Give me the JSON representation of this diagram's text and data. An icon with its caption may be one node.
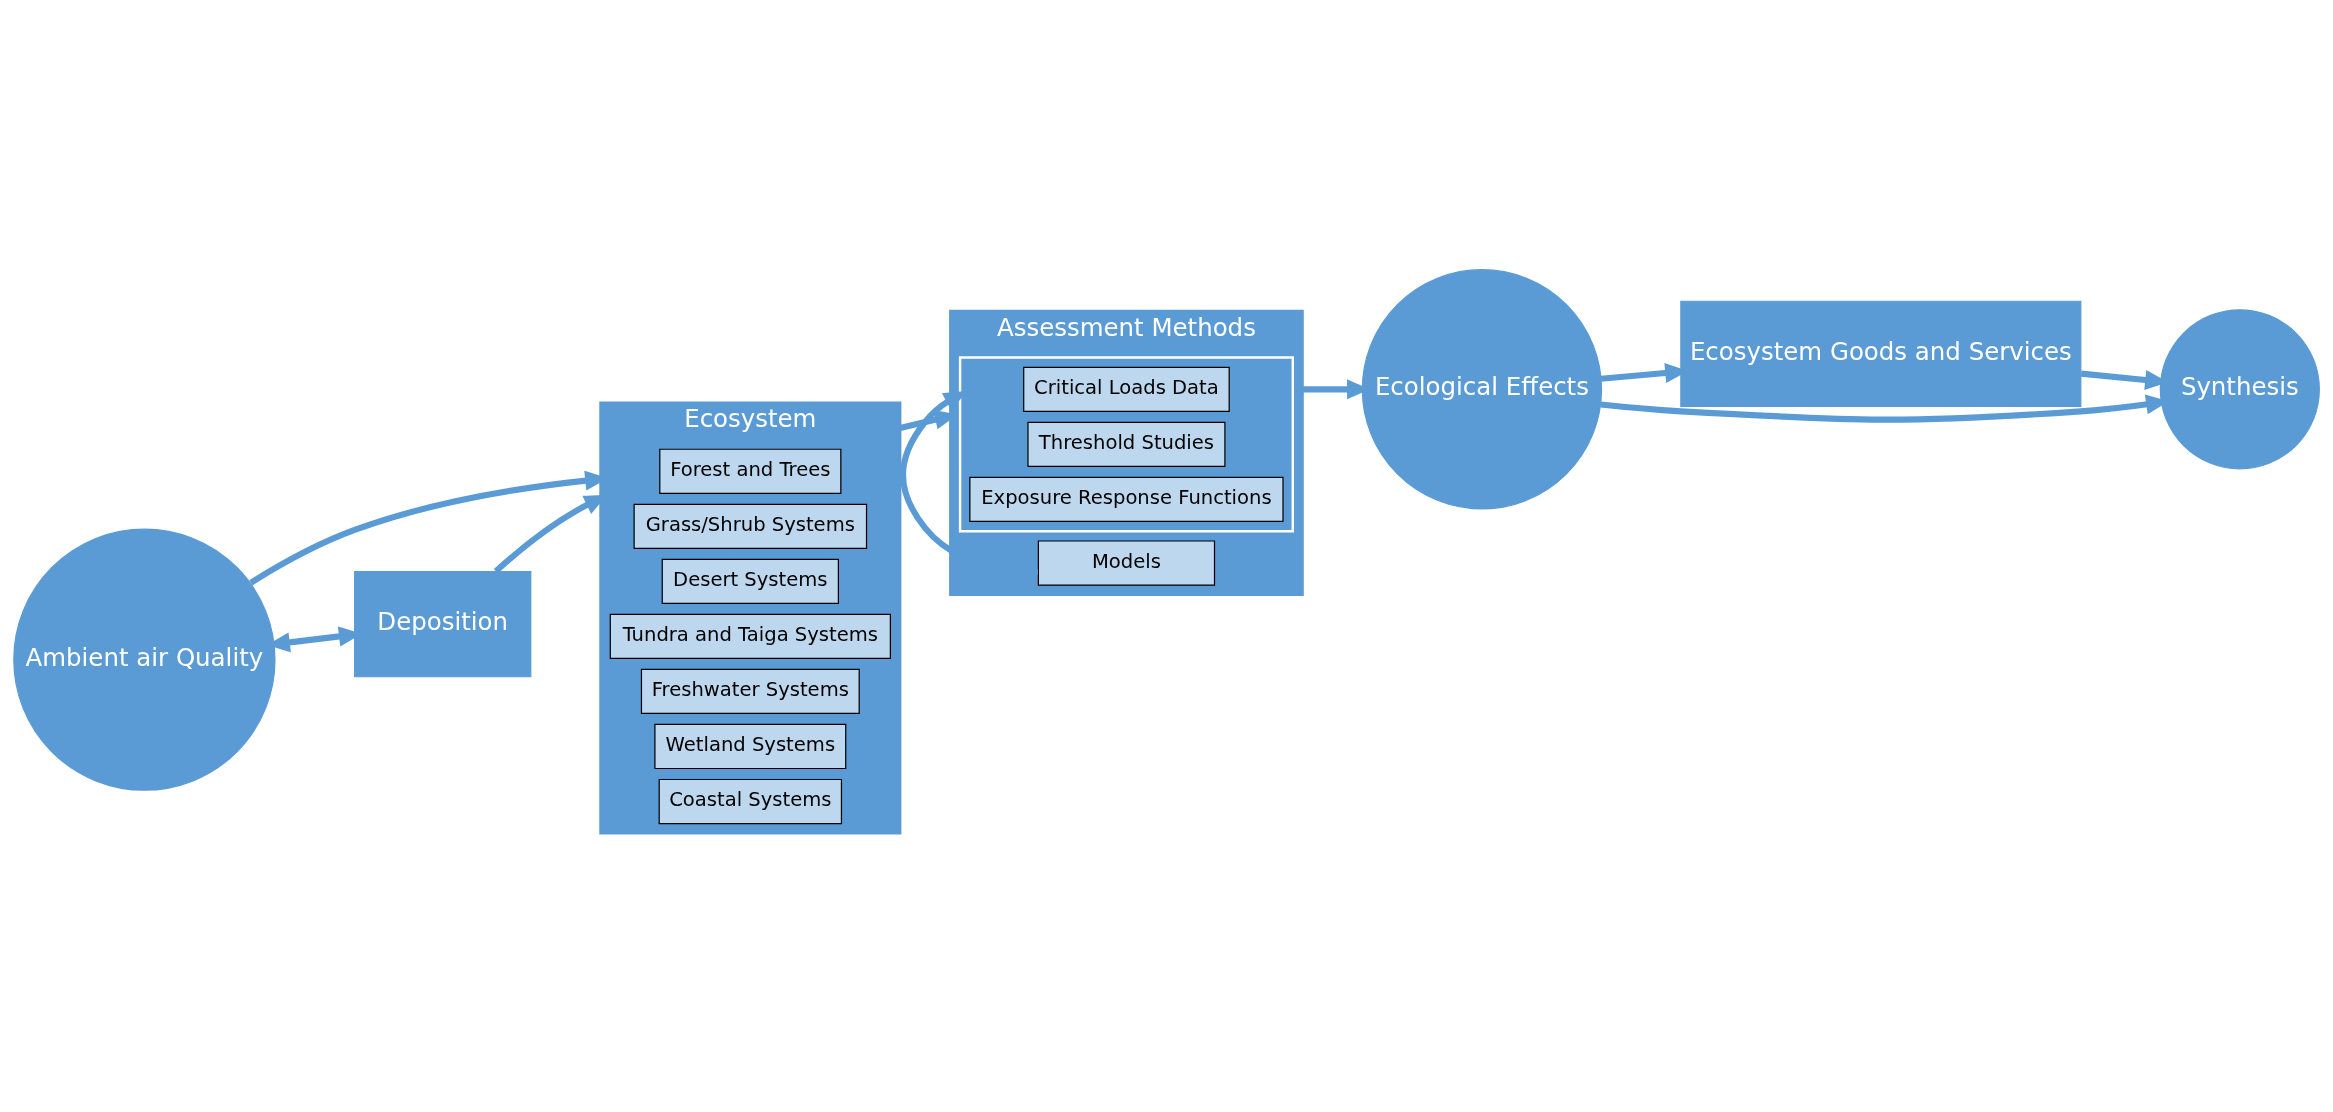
{
  "diagram": {
    "nodes": [
      {
        "text": [
          "Ambient air Quality"
        ]
      },
      {
        "text": [
          "Deposition"
        ]
      },
      {
        "text": [
          "Ecosystem"
        ]
      },
      {
        "text": [
          "Forest and Trees"
        ],
        "in": 2
      },
      {
        "text": [
          "Grass/Shrub Systems"
        ],
        "in": 2
      },
      {
        "text": [
          "Desert Systems"
        ],
        "in": 2
      },
      {
        "text": [
          "Tundra and Taiga Systems"
        ],
        "in": 2
      },
      {
        "text": [
          "Freshwater Systems"
        ],
        "in": 2
      },
      {
        "text": [
          "Wetland Systems"
        ],
        "in": 2
      },
      {
        "text": [
          "Coastal Systems"
        ],
        "in": 2
      },
      {
        "text": [
          "Assessment Methods"
        ]
      },
      {
        "text": [],
        "shape": "box",
        "in": 10
      },
      {
        "text": [
          "Critical Loads Data"
        ],
        "in": 11
      },
      {
        "text": [
          "Threshold Studies"
        ],
        "in": 11
      },
      {
        "text": [
          "Exposure Response Functions"
        ],
        "in": 11
      },
      {
        "text": [
          "Models"
        ],
        "in": 10
      },
      {
        "text": [
          "Ecological Effects"
        ]
      },
      {
        "text": [
          "Ecosystem Goods and Services"
        ]
      },
      {
        "text": [
          "Synthesis"
        ]
      }
    ],
    "edges": [
      {
        "from": 0,
        "to": 2,
        "arrow": "to"
      },
      {
        "from": 0,
        "to": 1,
        "arrow": "both"
      },
      {
        "from": 1,
        "to": 2,
        "arrow": "to"
      },
      {
        "from": 2,
        "to": 10,
        "arrow": "to"
      },
      {
        "from": 15,
        "to": 11,
        "arrow": "to"
      },
      {
        "from": 10,
        "to": 16,
        "arrow": "to"
      },
      {
        "from": 16,
        "to": 18,
        "arrow": "to"
      },
      {
        "from": 16,
        "to": 17,
        "arrow": "to"
      },
      {
        "from": 17,
        "to": 18,
        "arrow": "to"
      }
    ]
  }
}
